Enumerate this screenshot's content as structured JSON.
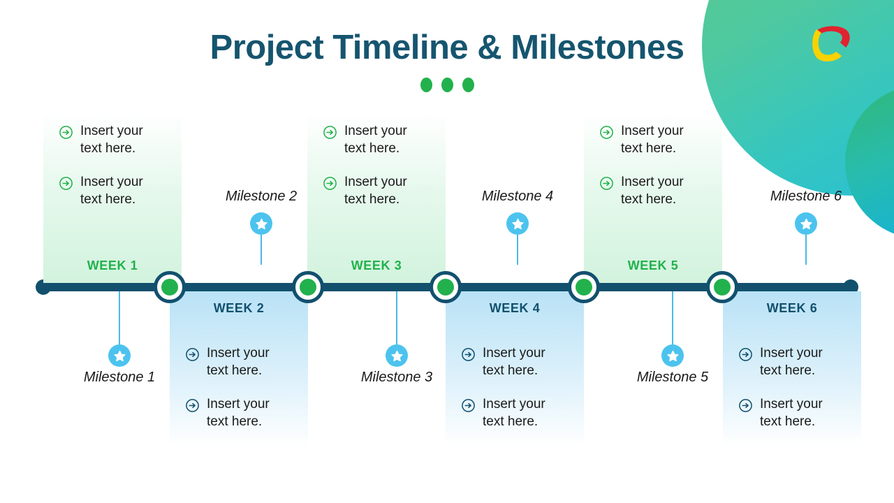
{
  "slide": {
    "title": "Project Timeline & Milestones",
    "dots_count": 3,
    "colors": {
      "title": "#16556f",
      "green": "#22b14c",
      "navy": "#12506e",
      "cyan": "#4cc3ee",
      "card_green": "#d2f3de",
      "card_blue": "#b9e2f6",
      "logo_red": "#e0232e",
      "logo_yellow": "#fad200"
    }
  },
  "logo": {
    "name": "brand-logo",
    "red": "#e0232e",
    "yellow": "#fad200"
  },
  "timeline": {
    "nodes": 5,
    "cards": [
      {
        "week": "WEEK 1",
        "position": "top",
        "bullets": [
          "Insert your text here.",
          "Insert your text here."
        ]
      },
      {
        "week": "WEEK 2",
        "position": "bottom",
        "bullets": [
          "Insert your text here.",
          "Insert your text here."
        ]
      },
      {
        "week": "WEEK 3",
        "position": "top",
        "bullets": [
          "Insert your text here.",
          "Insert your text here."
        ]
      },
      {
        "week": "WEEK 4",
        "position": "bottom",
        "bullets": [
          "Insert your text here.",
          "Insert your text here."
        ]
      },
      {
        "week": "WEEK 5",
        "position": "top",
        "bullets": [
          "Insert your text here.",
          "Insert your text here."
        ]
      },
      {
        "week": "WEEK 6",
        "position": "bottom",
        "bullets": [
          "Insert your text here.",
          "Insert your text here."
        ]
      }
    ],
    "milestones": [
      {
        "label": "Milestone 1",
        "position": "down"
      },
      {
        "label": "Milestone 2",
        "position": "up"
      },
      {
        "label": "Milestone 3",
        "position": "down"
      },
      {
        "label": "Milestone 4",
        "position": "up"
      },
      {
        "label": "Milestone 5",
        "position": "down"
      },
      {
        "label": "Milestone 6",
        "position": "up"
      }
    ]
  }
}
